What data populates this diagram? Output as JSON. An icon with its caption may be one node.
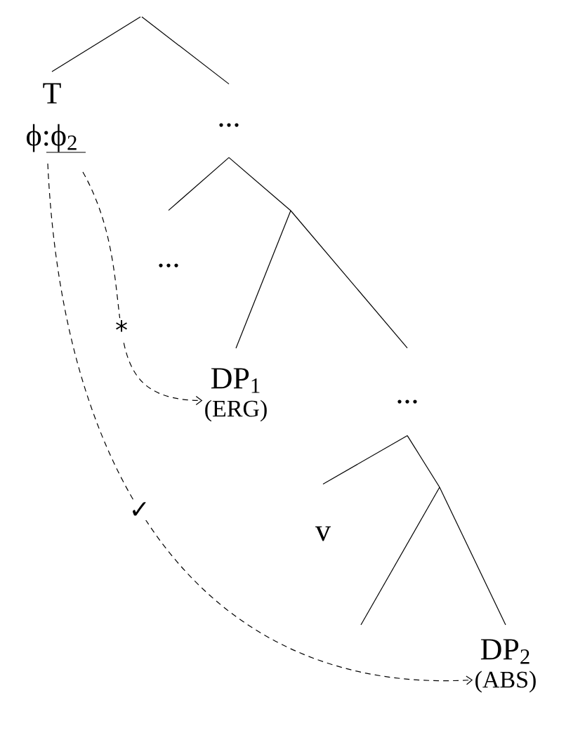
{
  "diagram": {
    "nodes": [
      {
        "text": [
          "T",
          "ϕ:ϕ$_{2}$"
        ]
      },
      {
        "text": [
          "..."
        ]
      },
      {
        "text": [
          "..."
        ]
      },
      {
        "text": [
          "DP$_{1}$",
          "(ERG)"
        ]
      },
      {
        "text": [
          "..."
        ]
      },
      {
        "text": [
          "v"
        ]
      },
      {
        "text": [
          "DP$_{2}$",
          "(ABS)"
        ]
      }
    ],
    "edges": [
      {
        "from": null,
        "to": 0,
        "arrow": "none"
      },
      {
        "from": null,
        "to": 1,
        "arrow": "none"
      },
      {
        "from": 1,
        "to": 2,
        "arrow": "none"
      },
      {
        "from": 1,
        "to": null,
        "arrow": "none"
      },
      {
        "from": null,
        "to": 3,
        "arrow": "none"
      },
      {
        "from": null,
        "to": 4,
        "arrow": "none"
      },
      {
        "from": 4,
        "to": 5,
        "arrow": "none"
      },
      {
        "from": 4,
        "to": null,
        "arrow": "none"
      },
      {
        "from": null,
        "to": 6,
        "arrow": "none"
      },
      {
        "from": 0,
        "to": 3,
        "arrow": "to",
        "style": "dashed",
        "label": "*"
      },
      {
        "from": 0,
        "to": 6,
        "arrow": "to",
        "style": "dashed",
        "label": "✓"
      }
    ]
  }
}
